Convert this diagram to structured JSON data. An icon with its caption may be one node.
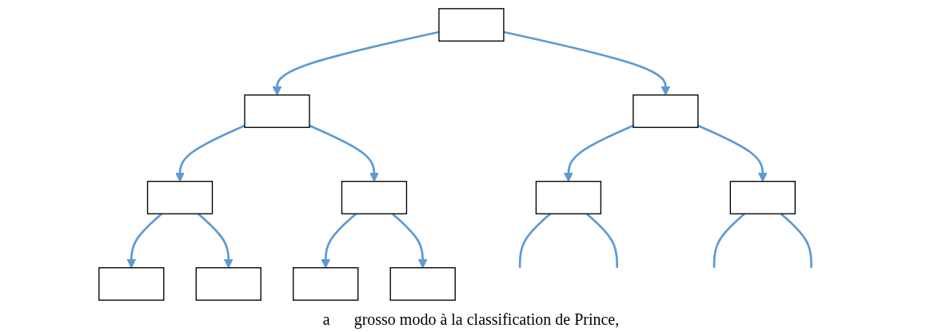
{
  "diagram": {
    "nodes": [
      {
        "text": [],
        "shape": "box"
      },
      {
        "text": [],
        "shape": "box"
      },
      {
        "text": [],
        "shape": "box"
      },
      {
        "text": [],
        "shape": "box"
      },
      {
        "text": [],
        "shape": "box"
      },
      {
        "text": [],
        "shape": "box"
      },
      {
        "text": [],
        "shape": "box"
      },
      {
        "text": [],
        "shape": "box"
      },
      {
        "text": [],
        "shape": "box"
      },
      {
        "text": [],
        "shape": "box"
      },
      {
        "text": [],
        "shape": "box"
      }
    ],
    "edges": [
      {
        "from": 0,
        "to": 1,
        "arrow": "to"
      },
      {
        "from": 0,
        "to": 2,
        "arrow": "to"
      },
      {
        "from": 1,
        "to": 3,
        "arrow": "to"
      },
      {
        "from": 1,
        "to": 4,
        "arrow": "to"
      },
      {
        "from": 2,
        "to": 5,
        "arrow": "to"
      },
      {
        "from": 2,
        "to": 6,
        "arrow": "to"
      },
      {
        "from": 3,
        "to": 7,
        "arrow": "to"
      },
      {
        "from": 3,
        "to": 8,
        "arrow": "to"
      },
      {
        "from": 4,
        "to": 9,
        "arrow": "to"
      },
      {
        "from": 4,
        "to": 10,
        "arrow": "to"
      },
      {
        "from": 5,
        "to": null,
        "arrow": "none"
      },
      {
        "from": 5,
        "to": null,
        "arrow": "none"
      },
      {
        "from": 6,
        "to": null,
        "arrow": "none"
      },
      {
        "from": 6,
        "to": null,
        "arrow": "none"
      }
    ],
    "labels": [
      "a",
      "grosso modo à la classification de Prince,"
    ]
  }
}
